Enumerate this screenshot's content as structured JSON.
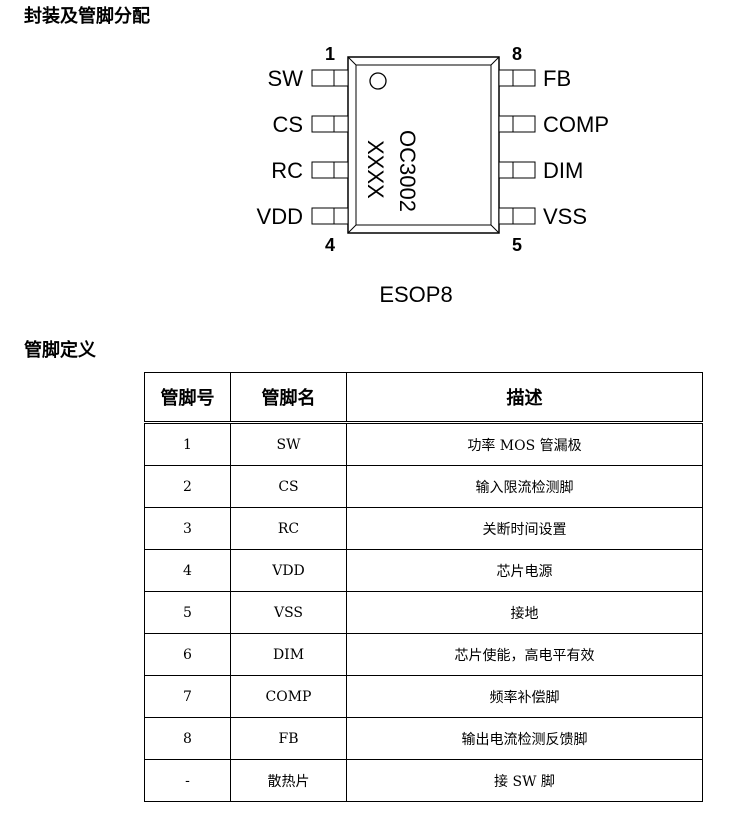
{
  "section_package": {
    "title": "封装及管脚分配"
  },
  "package": {
    "chip_name": "OC3002",
    "chip_mark": "XXXX",
    "package_name": "ESOP8",
    "left_pins": [
      "SW",
      "CS",
      "RC",
      "VDD"
    ],
    "right_pins": [
      "FB",
      "COMP",
      "DIM",
      "VSS"
    ],
    "pin_numbers": {
      "top_left": "1",
      "bottom_left": "4",
      "top_right": "8",
      "bottom_right": "5"
    }
  },
  "section_pins": {
    "title": "管脚定义"
  },
  "pin_table": {
    "headers": [
      "管脚号",
      "管脚名",
      "描述"
    ],
    "rows": [
      [
        "1",
        "SW",
        "功率 MOS 管漏极"
      ],
      [
        "2",
        "CS",
        "输入限流检测脚"
      ],
      [
        "3",
        "RC",
        "关断时间设置"
      ],
      [
        "4",
        "VDD",
        "芯片电源"
      ],
      [
        "5",
        "VSS",
        "接地"
      ],
      [
        "6",
        "DIM",
        "芯片使能，高电平有效"
      ],
      [
        "7",
        "COMP",
        "频率补偿脚"
      ],
      [
        "8",
        "FB",
        "输出电流检测反馈脚"
      ],
      [
        "-",
        "散热片",
        "接 SW 脚"
      ]
    ]
  }
}
